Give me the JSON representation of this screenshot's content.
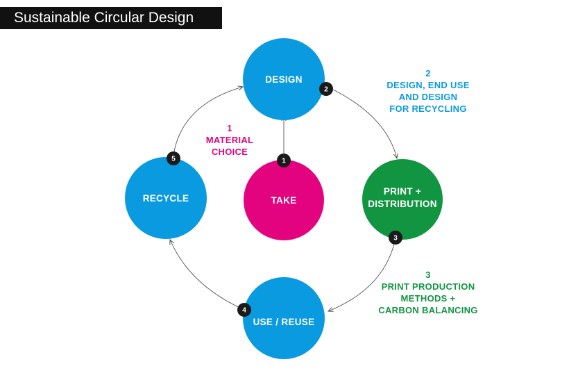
{
  "title": "Sustainable Circular Design",
  "colors": {
    "blue": "#0a9ae0",
    "magenta": "#e3037f",
    "green": "#119541",
    "badge": "#1a1a1a",
    "arrow": "#555555"
  },
  "nodes": {
    "design": {
      "label": "DESIGN"
    },
    "print": {
      "line1": "PRINT +",
      "line2": "DISTRIBUTION"
    },
    "use": {
      "label": "USE / REUSE"
    },
    "recycle": {
      "label": "RECYCLE"
    },
    "take": {
      "label": "TAKE"
    }
  },
  "badges": {
    "b1": "1",
    "b2": "2",
    "b3": "3",
    "b4": "4",
    "b5": "5"
  },
  "annotations": {
    "material": {
      "number": "1",
      "line1": "MATERIAL",
      "line2": "CHOICE"
    },
    "design_end_use": {
      "number": "2",
      "line1": "DESIGN, END USE",
      "line2": "AND DESIGN",
      "line3": "FOR RECYCLING"
    },
    "print_production": {
      "number": "3",
      "line1": "PRINT PRODUCTION",
      "line2": "METHODS +",
      "line3": "CARBON BALANCING"
    }
  }
}
